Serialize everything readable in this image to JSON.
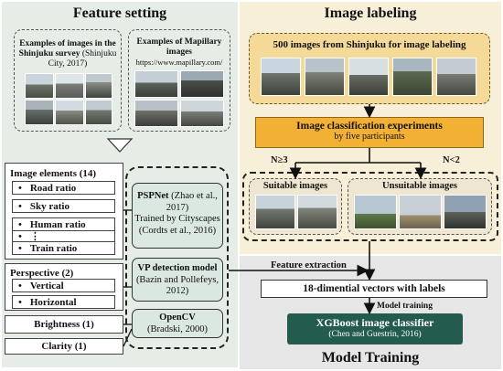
{
  "feature_setting": {
    "title": "Feature setting",
    "survey_caption_bold": "Examples of images in the Shinjuku survey",
    "survey_caption_rest": "(Shinjuku City, 2017)",
    "mapillary_caption_bold": "Examples of Mapillary images",
    "mapillary_url": "https://www.mapillary.com/",
    "image_elements": {
      "title": "Image elements (14)",
      "items": [
        "Road ratio",
        "Sky ratio",
        "Human ratio",
        "⋮",
        "Train ratio"
      ]
    },
    "perspective": {
      "title": "Perspective (2)",
      "items": [
        "Vertical",
        "Horizontal"
      ]
    },
    "brightness": "Brightness (1)",
    "clarity": "Clarity (1)",
    "pspnet_bold": "PSPNet",
    "pspnet_cite": "(Zhao et al., 2017)",
    "pspnet_trained": "Trained by Cityscapes (Cordts et al., 2016)",
    "vp_bold": "VP detection model",
    "vp_cite": "(Bazin and Pollefeys, 2012)",
    "opencv_bold": "OpenCV",
    "opencv_cite": "(Bradski, 2000)"
  },
  "image_labeling": {
    "title": "Image labeling",
    "images_box": "500 images from Shinjuku for image labeling",
    "experiments_bold": "Image classification experiments",
    "experiments_sub": "by five participants",
    "branch_left": "N≥3",
    "branch_right": "N<2",
    "suitable": "Suitable images",
    "unsuitable": "Unsuitable images"
  },
  "model_training": {
    "title": "Model Training",
    "feature_extraction": "Feature extraction",
    "vectors": "18-dimential vectors with labels",
    "model_training_label": "Model training",
    "classifier": "XGBoost image classifier",
    "classifier_cite": "(Chen and Guestrin, 2016)"
  },
  "colors": {
    "left_panel": "#e6ece6",
    "right_top_panel": "#f8efd9",
    "right_bottom_panel": "#e6e6e6",
    "orange": "#f2b134",
    "dark_teal": "#235c4f",
    "teal_light": "#dbe8e2"
  }
}
